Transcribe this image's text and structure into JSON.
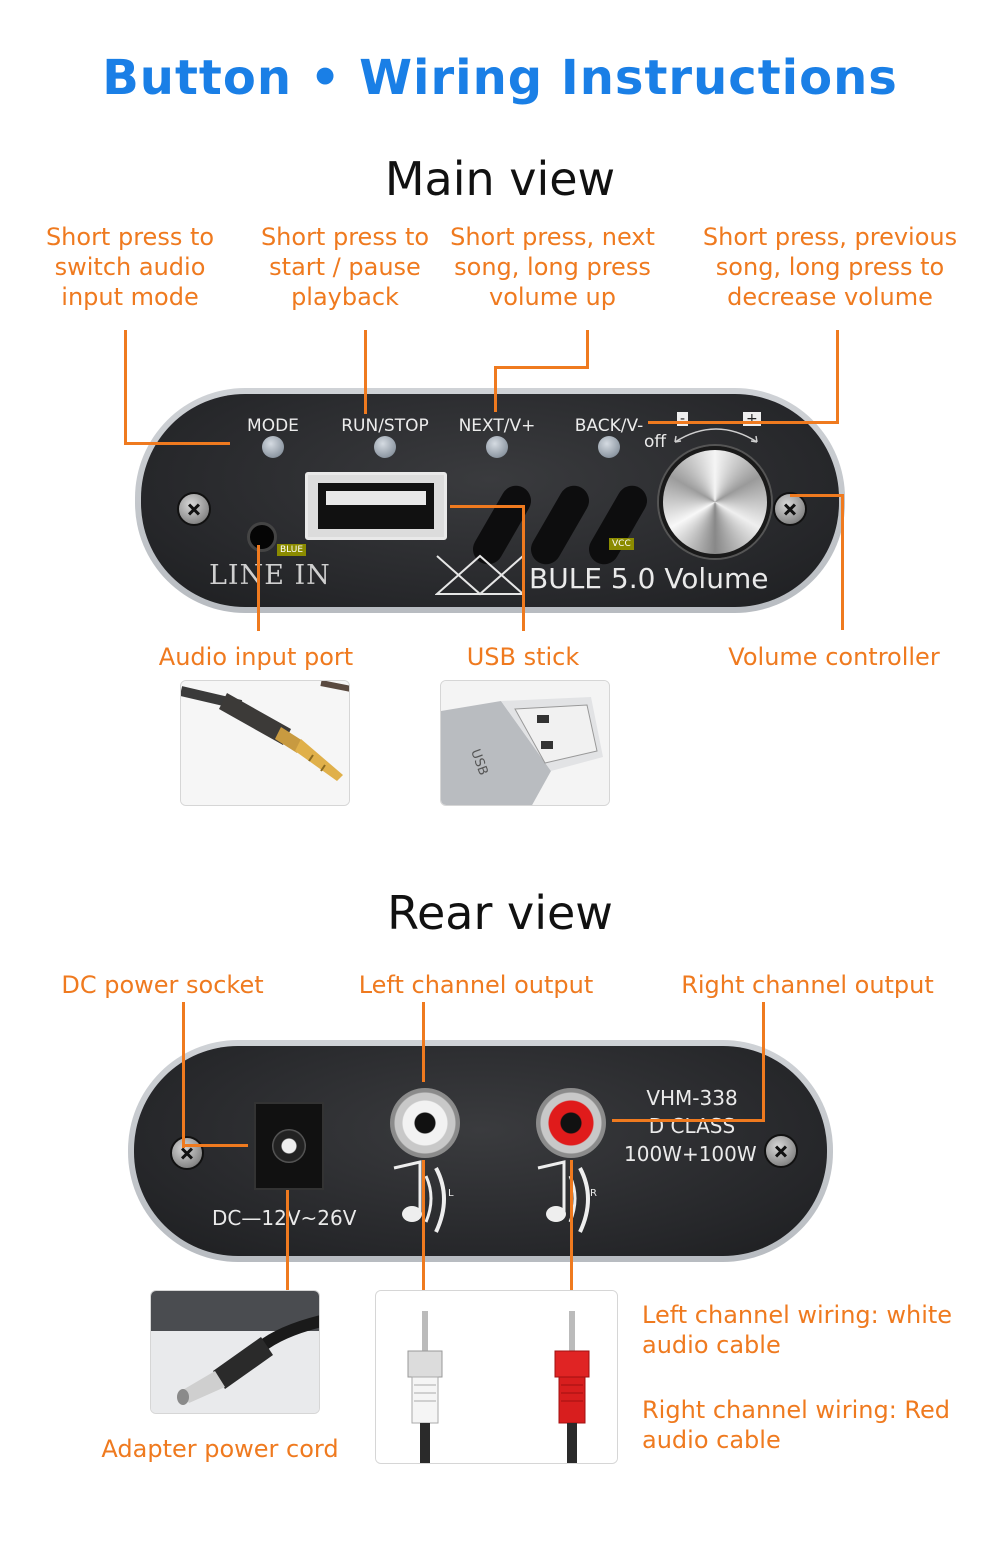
{
  "title": "Button • Wiring  Instructions",
  "main_view": {
    "heading": "Main view",
    "callouts": {
      "mode": "Short press to switch audio input mode",
      "run_stop": "Short press to start / pause playback",
      "next": "Short press, next song, long press volume up",
      "back": "Short press, previous song, long press to decrease volume",
      "audio_input": "Audio input port",
      "usb": "USB stick",
      "volume": "Volume controller"
    },
    "device": {
      "buttons": [
        "MODE",
        "RUN/STOP",
        "NEXT/V+",
        "BACK/V-"
      ],
      "off_label": "off",
      "minus": "-",
      "plus": "+",
      "line_in": "LINE  IN",
      "blue_tag": "BLUE",
      "vcc_tag": "VCC",
      "brand": "BULE 5.0 Volume"
    }
  },
  "rear_view": {
    "heading": "Rear view",
    "callouts": {
      "dc": "DC power socket",
      "left_out": "Left channel output",
      "right_out": "Right channel output",
      "adapter": "Adapter power cord",
      "left_wiring": "Left channel wiring: white audio cable",
      "right_wiring": "Right channel wiring: Red audio cable"
    },
    "device": {
      "dc_label": "DC—12V~26V",
      "model": "VHM-338",
      "class": "D CLASS",
      "power": "100W+100W",
      "left_mark": "L",
      "right_mark": "R"
    },
    "usb_stick_print": "USB"
  },
  "colors": {
    "title_blue": "#1a7fe6",
    "callout_orange": "#ef7a1f"
  }
}
